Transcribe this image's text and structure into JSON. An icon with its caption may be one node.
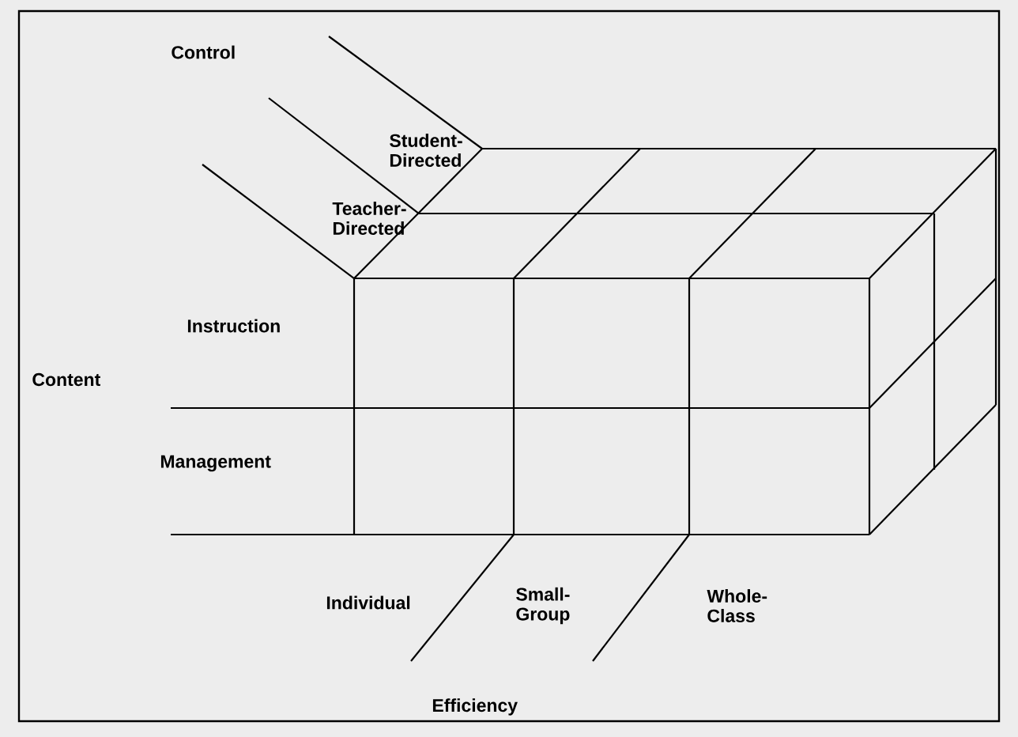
{
  "diagram": {
    "labels": [
      "Control",
      "Student-Directed",
      "Teacher-Directed",
      "Instruction",
      "Content",
      "Management",
      "Individual",
      "Small-Group",
      "Whole-Class",
      "Efficiency"
    ]
  }
}
